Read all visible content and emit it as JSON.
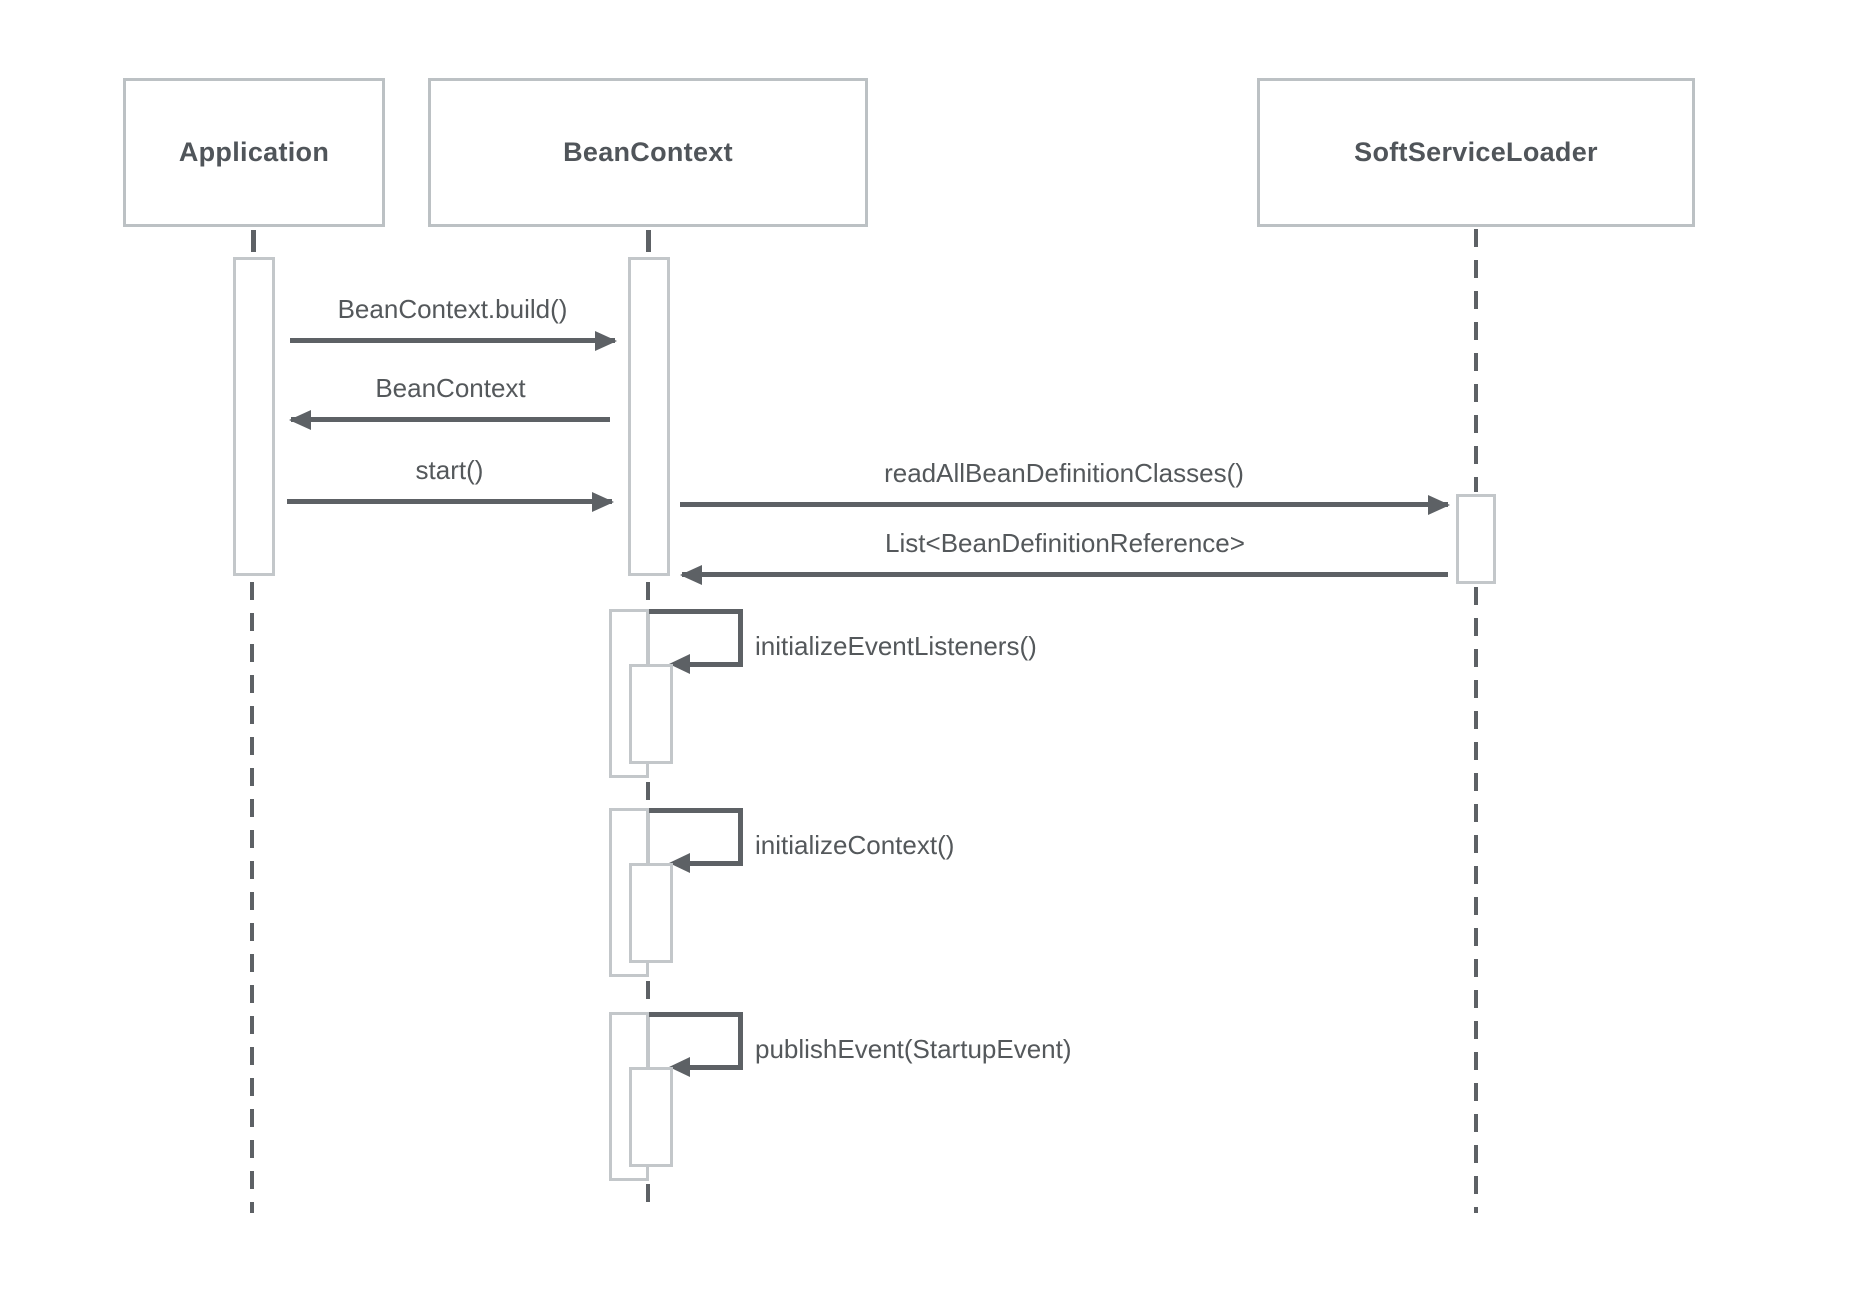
{
  "diagram": {
    "participants": [
      {
        "id": "application",
        "name": "Application"
      },
      {
        "id": "bean-context",
        "name": "BeanContext"
      },
      {
        "id": "soft-service-loader",
        "name": "SoftServiceLoader"
      }
    ],
    "messages": [
      {
        "label": "BeanContext.build()",
        "from": "Application",
        "to": "BeanContext",
        "direction": "right"
      },
      {
        "label": "BeanContext",
        "from": "BeanContext",
        "to": "Application",
        "direction": "left"
      },
      {
        "label": "start()",
        "from": "Application",
        "to": "BeanContext",
        "direction": "right"
      },
      {
        "label": "readAllBeanDefinitionClasses()",
        "from": "BeanContext",
        "to": "SoftServiceLoader",
        "direction": "right"
      },
      {
        "label": "List<BeanDefinitionReference>",
        "from": "SoftServiceLoader",
        "to": "BeanContext",
        "direction": "left"
      }
    ],
    "self_messages": [
      {
        "label": "initializeEventListeners()",
        "on": "BeanContext"
      },
      {
        "label": "initializeContext()",
        "on": "BeanContext"
      },
      {
        "label": "publishEvent(StartupEvent)",
        "on": "BeanContext"
      }
    ],
    "colors": {
      "background": "#ffffff",
      "line_dark": "#5d6165",
      "border_light": "#c3c7ca",
      "box_border": "#bcc1c4",
      "text": "#54585b",
      "title_text": "#50555a"
    }
  }
}
